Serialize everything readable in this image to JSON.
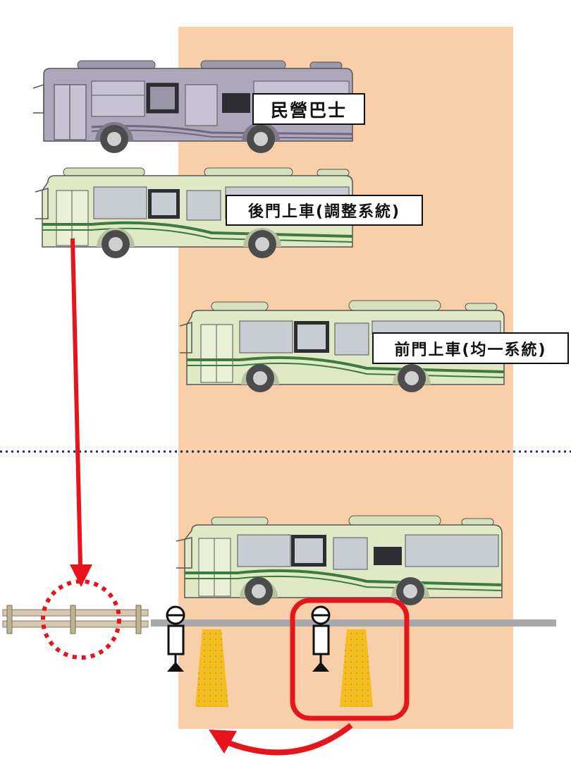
{
  "labels": {
    "private_bus": "民營巴士",
    "rear_door_boarding": "後門上車(調整系統)",
    "front_door_boarding": "前門上車(均一系統)"
  },
  "colors": {
    "stop_zone": "#f8cfa8",
    "private_bus_body": "#aea7bb",
    "city_bus_body": "#dfe9c6",
    "city_bus_stripe": "#3d7a3d",
    "arrow": "#e8141b",
    "dotted_divider": "#1b2a55",
    "curb": "#a8a8a8",
    "boarding_marker": "#f6bd1c"
  },
  "icons": [
    "fence-icon",
    "bus-stop-pole-icon",
    "boarding-position-marker-icon"
  ]
}
